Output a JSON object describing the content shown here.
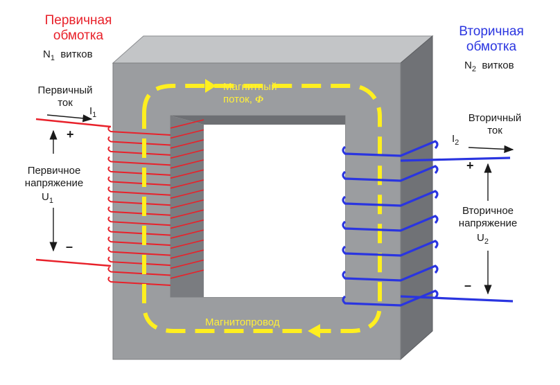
{
  "colors": {
    "primary": "#e8212a",
    "secondary": "#2a35e0",
    "flux": "#ffef1f",
    "core_front": "#9b9da0",
    "core_side": "#707276",
    "core_top": "#c3c5c7"
  },
  "primary_winding": {
    "title_line1": "Первичная",
    "title_line2": "обмотка",
    "turns_symbol": "N",
    "turns_sub": "1",
    "turns_word": "витков"
  },
  "secondary_winding": {
    "title_line1": "Вторичная",
    "title_line2": "обмотка",
    "turns_symbol": "N",
    "turns_sub": "2",
    "turns_word": "витков"
  },
  "primary_current": {
    "label_line1": "Первичный",
    "label_line2": "ток",
    "symbol": "I",
    "sub": "1"
  },
  "secondary_current": {
    "label_line1": "Вторичный",
    "label_line2": "ток",
    "symbol": "I",
    "sub": "2"
  },
  "primary_voltage": {
    "label_line1": "Первичное",
    "label_line2": "напряжение",
    "symbol": "U",
    "sub": "1",
    "plus": "+",
    "minus": "–"
  },
  "secondary_voltage": {
    "label_line1": "Вторичное",
    "label_line2": "напряжение",
    "symbol": "U",
    "sub": "2",
    "plus": "+",
    "minus": "–"
  },
  "flux": {
    "label_line1": "Магнитный",
    "label_line2": "поток,",
    "symbol": "Φ"
  },
  "core": {
    "label": "Магнитопровод"
  }
}
